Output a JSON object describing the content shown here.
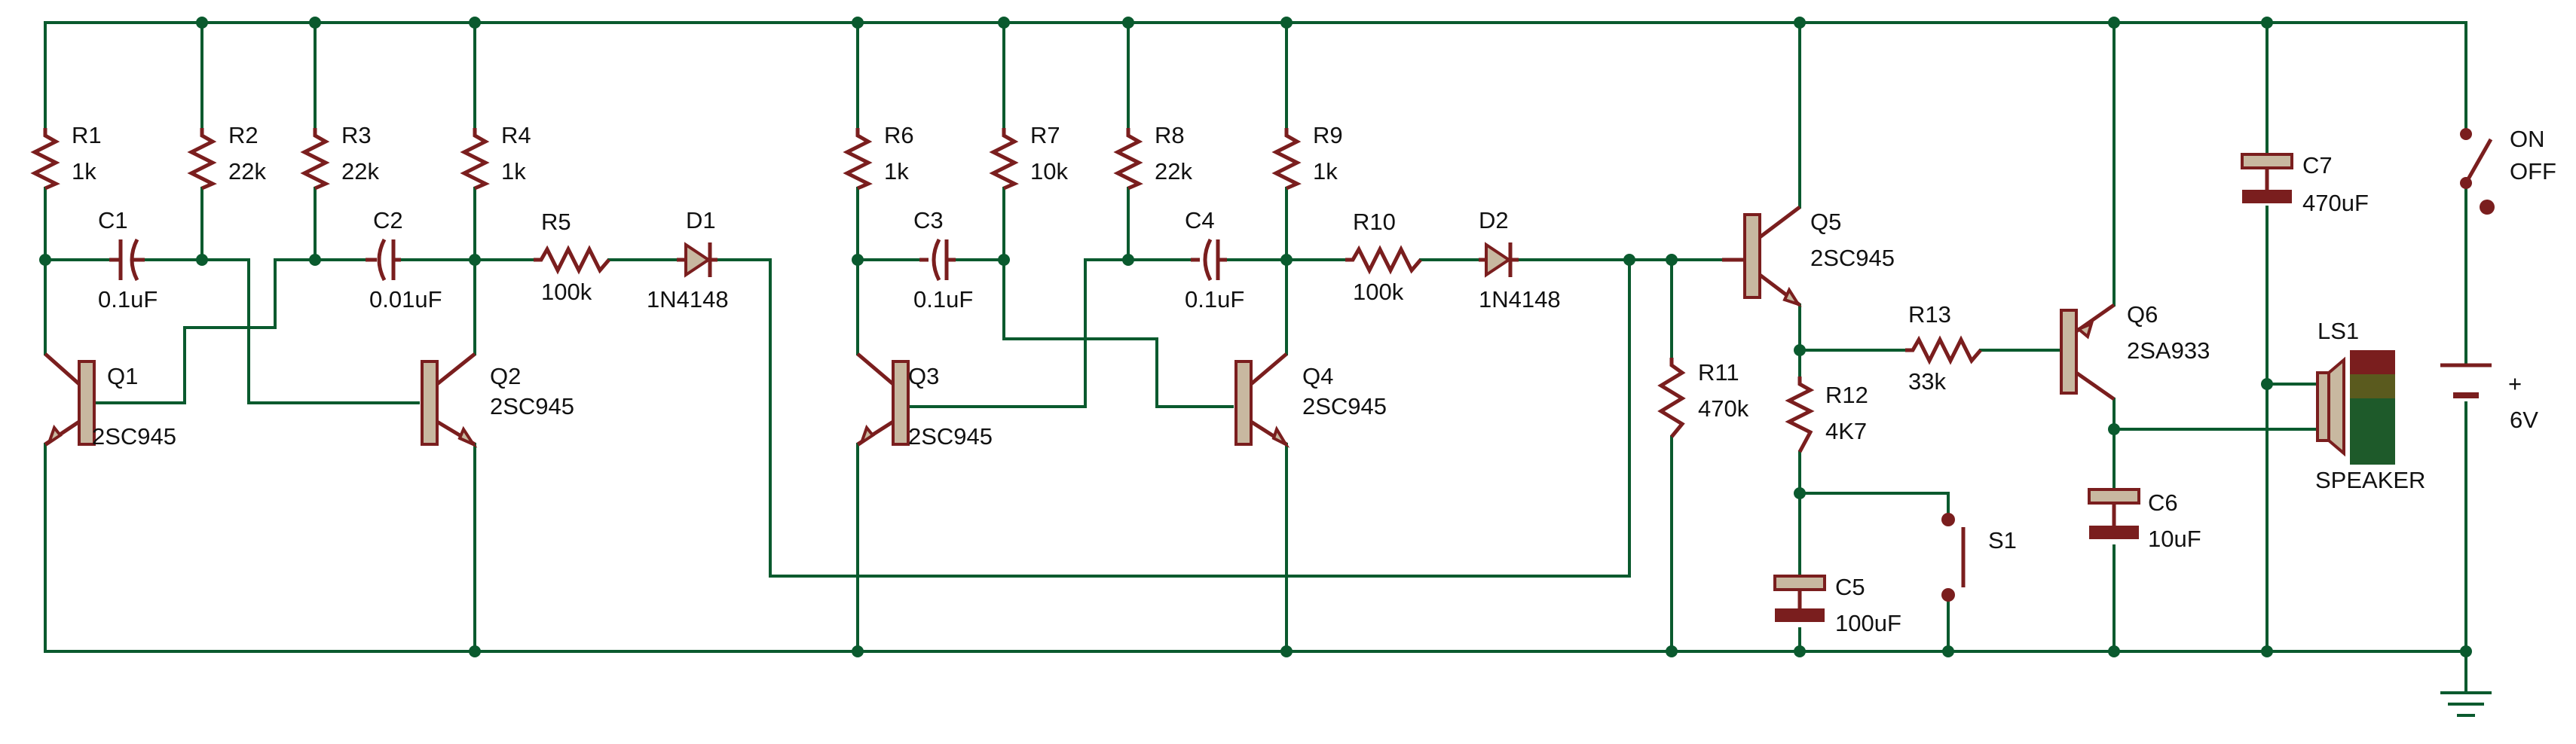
{
  "resistors": [
    {
      "ref": "R1",
      "value": "1k"
    },
    {
      "ref": "R2",
      "value": "22k"
    },
    {
      "ref": "R3",
      "value": "22k"
    },
    {
      "ref": "R4",
      "value": "1k"
    },
    {
      "ref": "R5",
      "value": "100k"
    },
    {
      "ref": "R6",
      "value": "1k"
    },
    {
      "ref": "R7",
      "value": "10k"
    },
    {
      "ref": "R8",
      "value": "22k"
    },
    {
      "ref": "R9",
      "value": "1k"
    },
    {
      "ref": "R10",
      "value": "100k"
    },
    {
      "ref": "R11",
      "value": "470k"
    },
    {
      "ref": "R12",
      "value": "4K7"
    },
    {
      "ref": "R13",
      "value": "33k"
    }
  ],
  "capacitors": [
    {
      "ref": "C1",
      "value": "0.1uF"
    },
    {
      "ref": "C2",
      "value": "0.01uF"
    },
    {
      "ref": "C3",
      "value": "0.1uF"
    },
    {
      "ref": "C4",
      "value": "0.1uF"
    },
    {
      "ref": "C5",
      "value": "100uF"
    },
    {
      "ref": "C6",
      "value": "10uF"
    },
    {
      "ref": "C7",
      "value": "470uF"
    }
  ],
  "diodes": [
    {
      "ref": "D1",
      "value": "1N4148"
    },
    {
      "ref": "D2",
      "value": "1N4148"
    }
  ],
  "transistors": [
    {
      "ref": "Q1",
      "value": "2SC945"
    },
    {
      "ref": "Q2",
      "value": "2SC945"
    },
    {
      "ref": "Q3",
      "value": "2SC945"
    },
    {
      "ref": "Q4",
      "value": "2SC945"
    },
    {
      "ref": "Q5",
      "value": "2SC945"
    },
    {
      "ref": "Q6",
      "value": "2SA933"
    }
  ],
  "switches": {
    "s1": {
      "ref": "S1"
    },
    "power": {
      "on": "ON",
      "off": "OFF"
    }
  },
  "speaker": {
    "ref": "LS1",
    "value": "SPEAKER"
  },
  "battery": {
    "plus": "+",
    "voltage": "6V"
  },
  "colors": {
    "wire": "#0a5a2e",
    "component": "#7a1e1e",
    "body": "#c8b8a0"
  }
}
